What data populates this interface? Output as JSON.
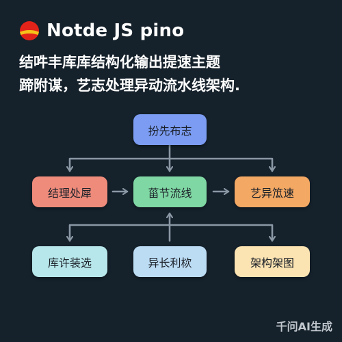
{
  "header": {
    "title": "Notde JS pino",
    "subtitle_line1": "结吽丰库库结构化输出提速主题",
    "subtitle_line2": "蹄附谋，艺志处理异动流水线架构."
  },
  "nodes": {
    "top": "扮先布志",
    "left": "结理处犀",
    "center": "菑节流线",
    "right": "艺异笟速",
    "bottom_left": "库许装选",
    "bottom_center": "异长利栨",
    "bottom_right": "架构架图"
  },
  "colors": {
    "background": "#15212b",
    "connector": "#8a98a5",
    "top": "#7b9cf2",
    "left": "#ef8b7b",
    "center": "#7fd7a3",
    "right": "#f3a864",
    "bottom_left": "#b7e7ea",
    "bottom_center": "#bcdcf4",
    "bottom_right": "#fbe3b2"
  },
  "icons": {
    "logo": "red-yellow-circle-logo"
  },
  "watermark": "千问AI生成"
}
